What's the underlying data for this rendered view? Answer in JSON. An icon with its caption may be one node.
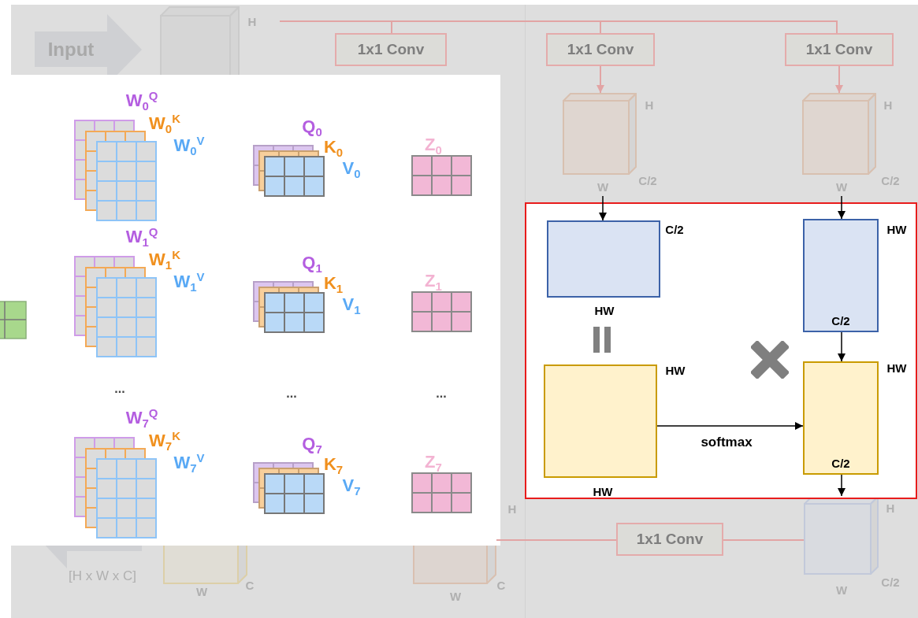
{
  "diagram": {
    "nodes": [
      {
        "text": [
          "Input"
        ]
      },
      {
        "text": [],
        "shape": "cube",
        "beside": [
          "H"
        ]
      },
      {
        "text": [
          "1x1 Conv"
        ]
      },
      {
        "text": [
          "1x1 Conv"
        ]
      },
      {
        "text": [
          "1x1 Conv"
        ]
      },
      {
        "text": [],
        "shape": "cube",
        "beside": [
          "H",
          "C/2",
          "W"
        ]
      },
      {
        "text": [],
        "shape": "cube",
        "beside": [
          "H",
          "C/2",
          "W"
        ]
      },
      {
        "text": [],
        "shape": "box"
      },
      {
        "text": [],
        "shape": "box",
        "beside": [
          "C/2",
          "HW"
        ],
        "in": 7
      },
      {
        "text": [
          "C/2"
        ],
        "beside": [
          "HW"
        ],
        "in": 7
      },
      {
        "text": [],
        "shape": "box",
        "beside": [
          "HW",
          "HW"
        ],
        "in": 7
      },
      {
        "text": [
          "C/2"
        ],
        "beside": [
          "HW"
        ],
        "in": 7
      },
      {
        "text": [],
        "shape": "cube",
        "beside": [
          "C",
          "W"
        ]
      },
      {
        "text": [],
        "shape": "cube",
        "beside": [
          "H",
          "C",
          "W"
        ]
      },
      {
        "text": [
          "1x1 Conv"
        ]
      },
      {
        "text": [],
        "shape": "cube",
        "beside": [
          "H",
          "C/2",
          "W"
        ]
      }
    ],
    "edges": [
      {
        "from": null,
        "to": 2,
        "arrow": "none"
      },
      {
        "from": null,
        "to": 3,
        "arrow": "none"
      },
      {
        "from": null,
        "to": 4,
        "arrow": "none"
      },
      {
        "from": 3,
        "to": 5,
        "arrow": "to"
      },
      {
        "from": 4,
        "to": 6,
        "arrow": "to"
      },
      {
        "from": 5,
        "to": 8,
        "arrow": "to",
        "color": "#000000"
      },
      {
        "from": 6,
        "to": 9,
        "arrow": "to",
        "color": "#000000"
      },
      {
        "from": 9,
        "to": 11,
        "arrow": "to",
        "color": "#000000"
      },
      {
        "from": 10,
        "to": 11,
        "arrow": "to",
        "label": "softmax",
        "color": "#000000"
      },
      {
        "from": 11,
        "to": 15,
        "arrow": "to",
        "color": "#000000"
      },
      {
        "from": 13,
        "to": 14,
        "arrow": "none"
      },
      {
        "from": 14,
        "to": 15,
        "arrow": "none"
      }
    ],
    "labels": [
      "W$_{0}$$^{Q}$",
      "W$_{0}$$^{K}$",
      "W$_{0}$$^{V}$",
      "Q$_{0}$",
      "K$_{0}$",
      "V$_{0}$",
      "Z$_{0}$",
      "W$_{1}$$^{Q}$",
      "W$_{1}$$^{K}$",
      "W$_{1}$$^{V}$",
      "Q$_{1}$",
      "K$_{1}$",
      "V$_{1}$",
      "Z$_{1}$",
      "...",
      "...",
      "...",
      "W$_{7}$$^{Q}$",
      "W$_{7}$$^{K}$",
      "W$_{7}$$^{V}$",
      "Q$_{7}$",
      "K$_{7}$",
      "V$_{7}$",
      "Z$_{7}$",
      "[H x W x C]"
    ]
  }
}
